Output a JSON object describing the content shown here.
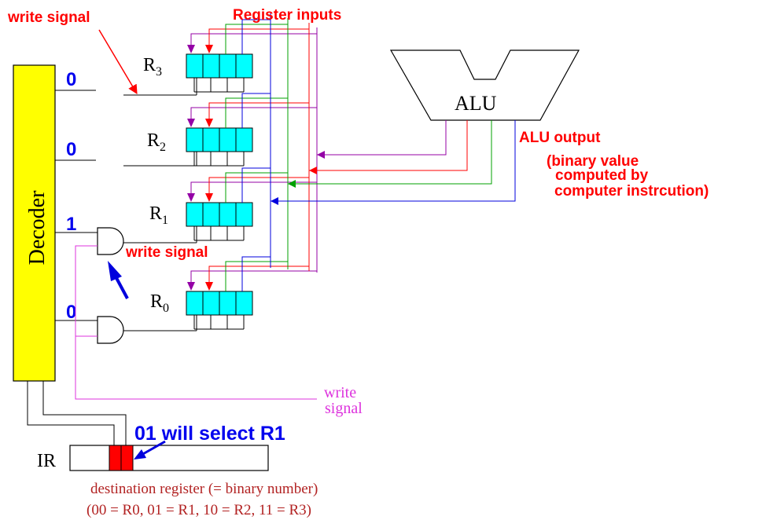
{
  "labels": {
    "top_write_signal": "write signal",
    "register_inputs": "Register inputs",
    "alu": "ALU",
    "alu_output": "ALU output",
    "alu_desc_1": "(binary value",
    "alu_desc_2": "computed by",
    "alu_desc_3": "computer instrcution)",
    "decoder": "Decoder",
    "mid_write_signal": "write signal",
    "pink_write_1": "write",
    "pink_write_2": "signal",
    "select_note": "01 will select R1",
    "ir": "IR",
    "dest_1": "destination register (= binary number)",
    "dest_2": "(00 = R0, 01 = R1, 10 = R2, 11 = R3)"
  },
  "decoder_outputs": [
    "0",
    "0",
    "1",
    "0"
  ],
  "registers": [
    {
      "base": "R",
      "sub": "3"
    },
    {
      "base": "R",
      "sub": "2"
    },
    {
      "base": "R",
      "sub": "1"
    },
    {
      "base": "R",
      "sub": "0"
    }
  ],
  "colors": {
    "decoder_fill": "#ffff00",
    "register_fill": "#00ffff",
    "ir_bits": "#ff0000",
    "purple": "#9400a6",
    "red": "#ff0000",
    "green": "#00a000",
    "blue": "#0000dd",
    "label_red": "#ff0000",
    "label_blue": "#0000ee",
    "pink": "#dd33dd",
    "brown": "#b22222"
  }
}
